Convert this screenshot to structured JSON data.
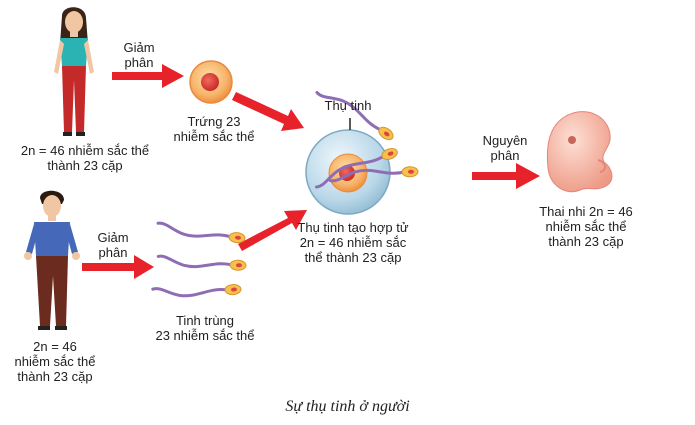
{
  "labels": {
    "mother_chromosomes": "2n = 46 nhiễm sắc thể\nthành 23 cặp",
    "mother_meiosis": "Giảm\nphân",
    "egg": "Trứng 23\nnhiễm sắc thể",
    "fertilization": "Thụ tinh",
    "zygote": "Thụ tinh tạo hợp tử\n2n = 46 nhiễm sắc\nthể thành 23 cặp",
    "mitosis": "Nguyên\nphân",
    "fetus": "Thai nhi 2n = 46\nnhiễm sắc thể\nthành 23 cặp",
    "father_meiosis": "Giảm\nphân",
    "sperm": "Tinh trùng\n23 nhiễm sắc thể",
    "father_chromosomes": "2n = 46\nnhiễm sắc thể\nthành 23 cặp"
  },
  "caption": "Sự thụ tinh ở người",
  "colors": {
    "arrow": "#e8222a",
    "egg_outer": "#f7b46b",
    "egg_nucleus": "#e0433b",
    "zygote_shell": "#b9d7e8",
    "sperm_tail": "#8f6db4",
    "fetus": "#f3a99a",
    "woman_top": "#2bb3b3",
    "woman_pants": "#c42a2a",
    "man_shirt": "#4569b8",
    "man_pants": "#6b2b1e"
  }
}
